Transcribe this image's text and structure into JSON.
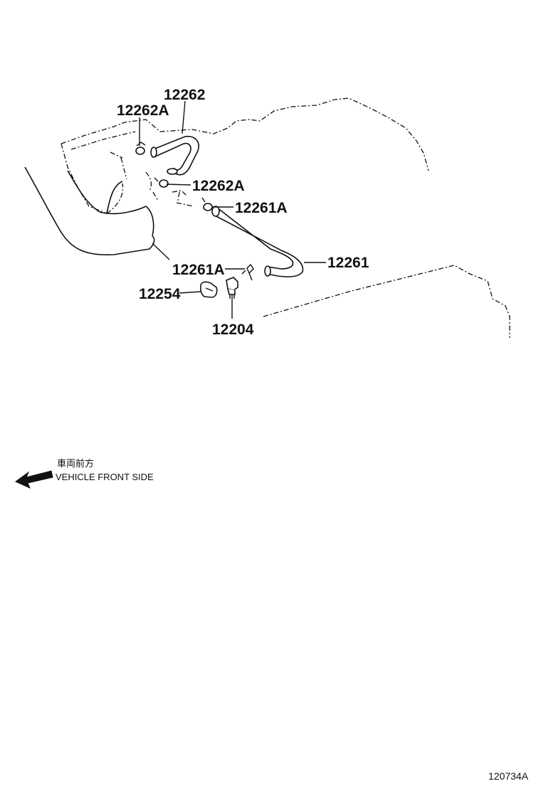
{
  "parts": {
    "p12262": "12262",
    "p12262A_top": "12262A",
    "p12262A_mid": "12262A",
    "p12261A_upper": "12261A",
    "p12261": "12261",
    "p12261A_lower": "12261A",
    "p12254": "12254",
    "p12204": "12204"
  },
  "orientation": {
    "japanese": "車両前方",
    "english": "VEHICLE FRONT SIDE",
    "arrow_icon": "left-arrow-icon"
  },
  "diagram_code": "120734A"
}
